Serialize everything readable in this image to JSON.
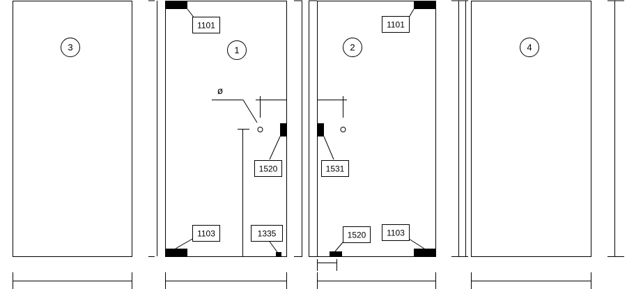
{
  "panels": {
    "p3": {
      "number": "3"
    },
    "p1": {
      "number": "1"
    },
    "p2": {
      "number": "2"
    },
    "p4": {
      "number": "4"
    }
  },
  "labels": {
    "p1_top": "1101",
    "p1_bottom": "1103",
    "p1_lock": "1520",
    "p1_floor": "1335",
    "p2_top": "1101",
    "p2_bottom": "1103",
    "p2_lock": "1531",
    "p2_floor": "1520"
  },
  "symbols": {
    "diameter": "ø"
  }
}
